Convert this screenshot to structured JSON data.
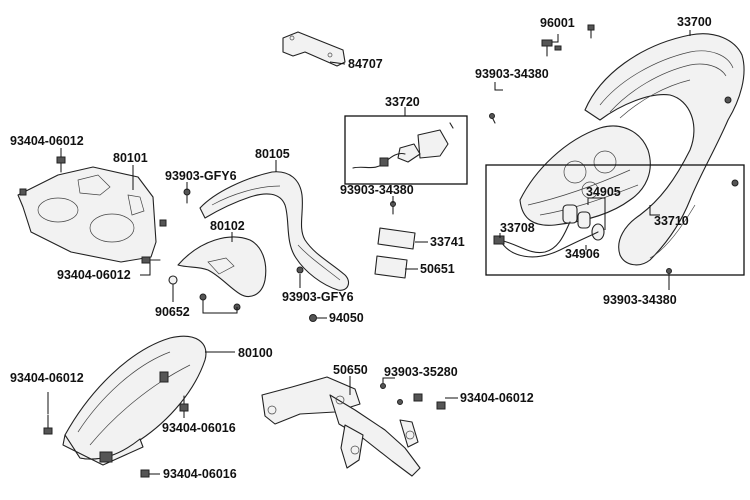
{
  "labels": {
    "p96001": "96001",
    "p33700": "33700",
    "p84707": "84707",
    "p93903_34380_top": "93903-34380",
    "p33720": "33720",
    "p93404_06012_a": "93404-06012",
    "p80101": "80101",
    "p80105": "80105",
    "p93903_GFY6_a": "93903-GFY6",
    "p93903_34380_mid": "93903-34380",
    "p34905": "34905",
    "p33708": "33708",
    "p33710": "33710",
    "p34906": "34906",
    "p80102": "80102",
    "p33741": "33741",
    "p50651": "50651",
    "p93404_06012_b": "93404-06012",
    "p90652": "90652",
    "p93903_GFY6_b": "93903-GFY6",
    "p94050": "94050",
    "p93903_34380_bot": "93903-34380",
    "p80100": "80100",
    "p50650": "50650",
    "p93903_35280": "93903-35280",
    "p93404_06012_c": "93404-06012",
    "p93404_06012_d": "93404-06012",
    "p93404_06016_a": "93404-06016",
    "p93404_06016_b": "93404-06016"
  }
}
